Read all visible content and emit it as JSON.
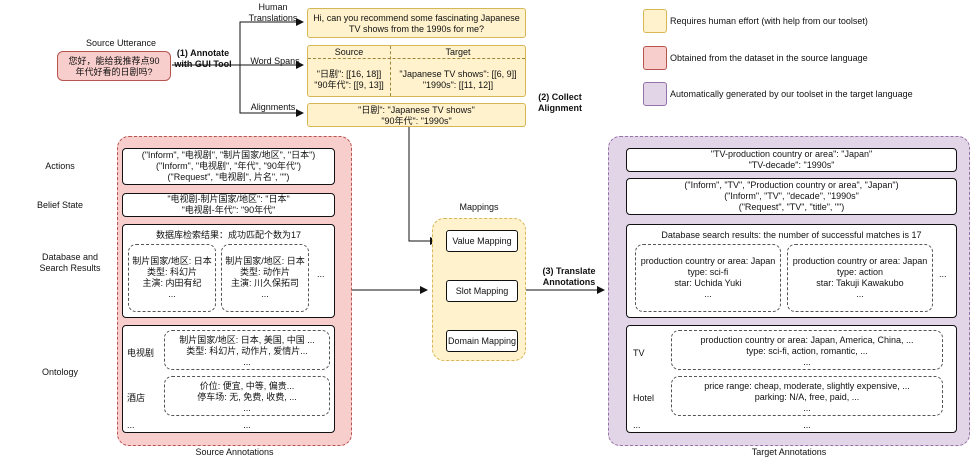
{
  "top": {
    "source_utterance_label": "Source Utterance",
    "source_utterance": [
      "您好，能给我推荐点90",
      "年代好看的日剧吗?"
    ],
    "annotate_label": [
      "(1) Annotate",
      "with GUI Tool"
    ],
    "human_translations_label": [
      "Human",
      "Translations"
    ],
    "translation_text": [
      "Hi, can you recommend some fascinating Japanese",
      "TV shows from the 1990s for me?"
    ],
    "word_spans_label": "Word Spans",
    "source_header": "Source",
    "target_header": "Target",
    "source_spans": [
      "\"日剧\": [[16, 18]]",
      "\"90年代\": [[9, 13]]"
    ],
    "target_spans": [
      "\"Japanese TV shows\": [[6, 9]]",
      "\"1990s\": [[11, 12]]"
    ],
    "alignments_label": "Alignments",
    "alignments": [
      "\"日剧\": \"Japanese TV shows\"",
      "\"90年代\": \"1990s\""
    ],
    "collect_label": [
      "(2) Collect",
      "Alignment"
    ]
  },
  "legend": [
    {
      "text": "Requires human effort (with help from our toolset)",
      "color": "#fff2cc",
      "border": "#d6b656"
    },
    {
      "text": "Obtained from the dataset in the source language",
      "color": "#f8cecc",
      "border": "#b85450"
    },
    {
      "text": "Automatically generated by our toolset in the target language",
      "color": "#e1d5e7",
      "border": "#9673a6"
    }
  ],
  "row_labels": {
    "actions": "Actions",
    "belief_state": "Belief State",
    "database": [
      "Database and",
      "Search Results"
    ],
    "ontology": "Ontology"
  },
  "source": {
    "caption": "Source Annotations",
    "actions": [
      "(\"Inform\", \"电视剧\", \"制片国家/地区\", \"日本\")",
      "(\"Inform\", \"电视剧\", \"年代\", \"90年代\")",
      "(\"Request\", \"电视剧\", 片名\", \"\")"
    ],
    "belief": [
      "\"电视剧-制片国家/地区\": \"日本\"",
      "\"电视剧-年代\": \"90年代\""
    ],
    "db_title": "数据库检索结果：成功匹配个数为17",
    "db_card1": [
      "制片国家/地区: 日本",
      "类型: 科幻片",
      "主演: 内田有纪",
      "..."
    ],
    "db_card2": [
      "制片国家/地区: 日本",
      "类型: 动作片",
      "主演: 川久保拓司",
      "..."
    ],
    "db_more": "...",
    "ont_domain1": "电视剧",
    "ont_values1": [
      "制片国家/地区: 日本, 美国, 中国 ...",
      "类型: 科幻片, 动作片, 爱情片..."
    ],
    "ont_more1": "...",
    "ont_domain2": "酒店",
    "ont_values2": [
      "价位: 便宜, 中等, 偏贵...",
      "停车场: 无, 免费, 收费, ..."
    ],
    "ont_more2": "...",
    "ont_more_left": "...",
    "ont_more_bottom": "..."
  },
  "mappings": {
    "title": "Mappings",
    "value": "Value Mapping",
    "slot": "Slot Mapping",
    "domain": "Domain Mapping",
    "translate_label": [
      "(3) Translate",
      "Annotations"
    ]
  },
  "target": {
    "caption": "Target Annotations",
    "belief": [
      "\"TV-production country or area\": \"Japan\"",
      "\"TV-decade\": \"1990s\""
    ],
    "actions": [
      "(\"Inform\", \"TV\", \"Production country or area\", \"Japan\")",
      "(\"Inform\", \"TV\", \"decade\", \"1990s\"",
      "(\"Request\", \"TV\", \"title\", \"\")"
    ],
    "db_title": "Database search results: the number of successful matches is 17",
    "db_card1": [
      "production country or area: Japan",
      "type: sci-fi",
      "star: Uchida Yuki",
      "..."
    ],
    "db_card2": [
      "production country or area: Japan",
      "type: action",
      "star: Takuji Kawakubo",
      "..."
    ],
    "db_more": "...",
    "ont_domain1": "TV",
    "ont_values1": [
      "production country or area: Japan, America, China, ...",
      "type: sci-fi, action, romantic, ..."
    ],
    "ont_more1": "...",
    "ont_domain2": "Hotel",
    "ont_values2": [
      "price range: cheap, moderate, slightly expensive, ...",
      "parking: N/A, free, paid, ..."
    ],
    "ont_more2": "...",
    "ont_more_left": "...",
    "ont_more_bottom": "..."
  }
}
